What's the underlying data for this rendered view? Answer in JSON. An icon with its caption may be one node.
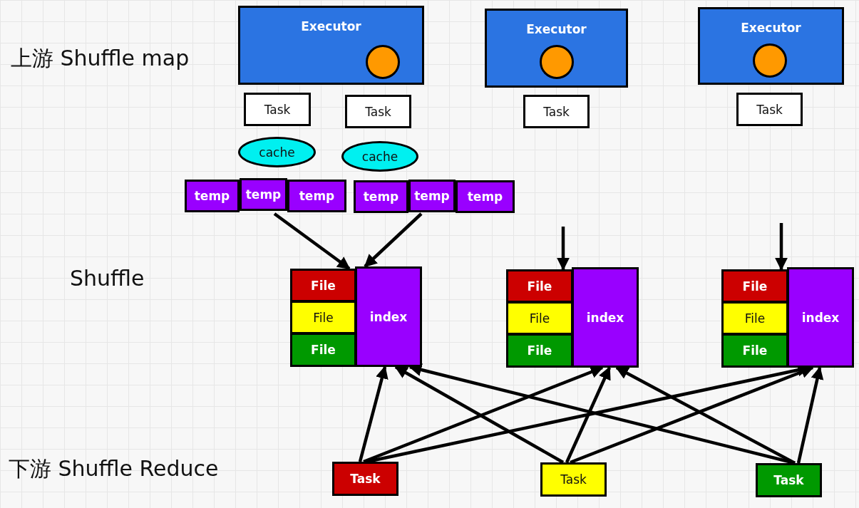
{
  "diagram": {
    "nodes": [
      {
        "text": [
          "Executor"
        ]
      },
      {
        "text": [],
        "shape": "circle",
        "in": 0
      },
      {
        "text": [
          "Executor"
        ]
      },
      {
        "text": [],
        "shape": "circle",
        "in": 2
      },
      {
        "text": [
          "Executor"
        ]
      },
      {
        "text": [],
        "shape": "circle",
        "in": 4
      },
      {
        "text": [
          "Task"
        ]
      },
      {
        "text": [
          "Task"
        ]
      },
      {
        "text": [
          "Task"
        ]
      },
      {
        "text": [
          "Task"
        ]
      },
      {
        "text": [
          "cache"
        ]
      },
      {
        "text": [
          "cache"
        ]
      },
      {
        "text": [
          "temp"
        ]
      },
      {
        "text": [
          "temp"
        ]
      },
      {
        "text": [
          "temp"
        ]
      },
      {
        "text": [
          "temp"
        ]
      },
      {
        "text": [
          "temp"
        ]
      },
      {
        "text": [
          "temp"
        ]
      },
      {
        "text": [
          "File"
        ]
      },
      {
        "text": [
          "File"
        ]
      },
      {
        "text": [
          "File"
        ]
      },
      {
        "text": [
          "index"
        ]
      },
      {
        "text": [
          "File"
        ]
      },
      {
        "text": [
          "File"
        ]
      },
      {
        "text": [
          "File"
        ]
      },
      {
        "text": [
          "index"
        ]
      },
      {
        "text": [
          "File"
        ]
      },
      {
        "text": [
          "File"
        ]
      },
      {
        "text": [
          "File"
        ]
      },
      {
        "text": [
          "index"
        ]
      },
      {
        "text": [
          "Task"
        ]
      },
      {
        "text": [
          "Task"
        ]
      },
      {
        "text": [
          "Task"
        ]
      }
    ],
    "edges": [
      {
        "from": 13,
        "to": 18,
        "arrow": "to"
      },
      {
        "from": 16,
        "to": 21,
        "arrow": "to"
      },
      {
        "from": null,
        "to": 22,
        "arrow": "to"
      },
      {
        "from": null,
        "to": 26,
        "arrow": "to"
      },
      {
        "from": 30,
        "to": 21,
        "arrow": "to"
      },
      {
        "from": 30,
        "to": 25,
        "arrow": "to"
      },
      {
        "from": 30,
        "to": 29,
        "arrow": "to"
      },
      {
        "from": 31,
        "to": 21,
        "arrow": "to"
      },
      {
        "from": 31,
        "to": 25,
        "arrow": "to"
      },
      {
        "from": 31,
        "to": 29,
        "arrow": "to"
      },
      {
        "from": 32,
        "to": 21,
        "arrow": "to"
      },
      {
        "from": 32,
        "to": 25,
        "arrow": "to"
      },
      {
        "from": 32,
        "to": 29,
        "arrow": "to"
      }
    ],
    "labels": [
      "上游 Shuffle map",
      "Shuffle",
      "下游 Shuffle Reduce"
    ]
  }
}
